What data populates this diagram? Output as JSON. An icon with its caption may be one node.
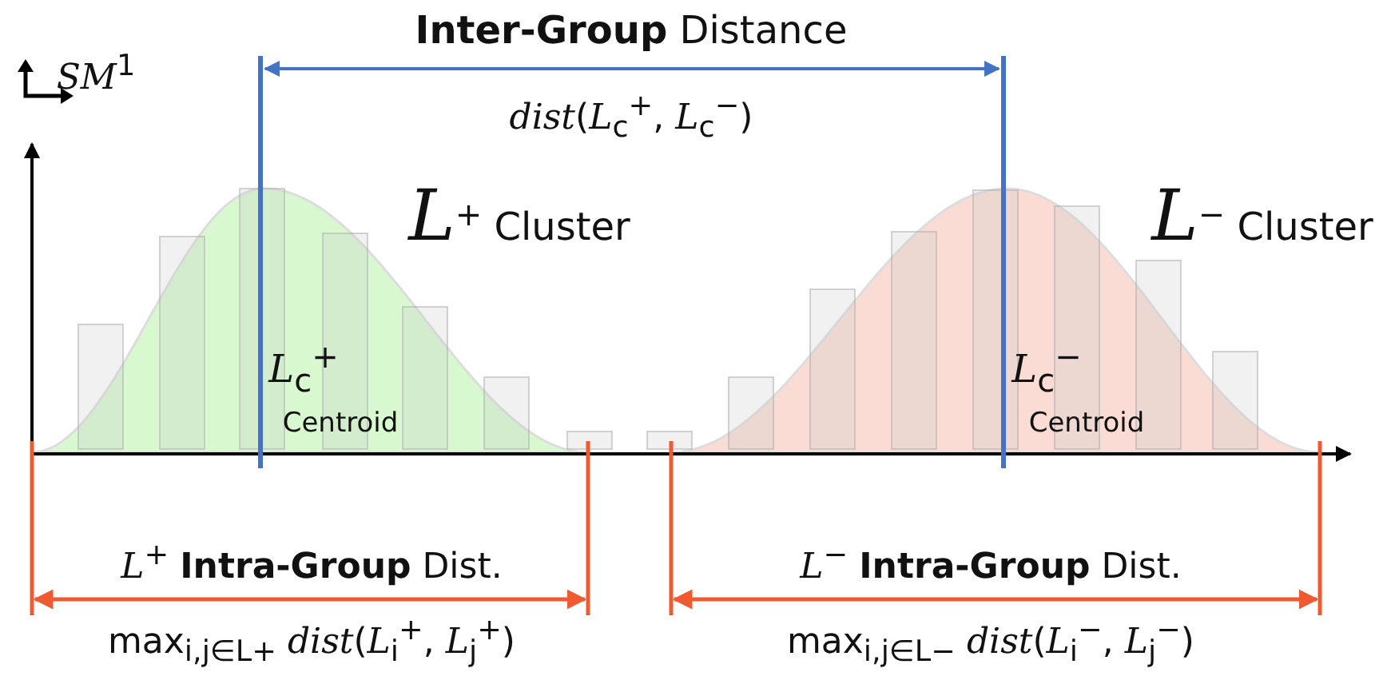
{
  "diagram": {
    "labels": [
      "*SM*$^{1}$",
      "**Inter-Group** Distance",
      "*dist*(*L*$_{c}$$^{+}$, *L*$_{c}$$^{−}$)",
      "*L*$^{+}$ Cluster",
      "*L*$^{−}$ Cluster",
      "*L*$_{c}$$^{+}$",
      "Centroid",
      "*L*$_{c}$$^{−}$",
      "Centroid",
      "*L*$^{+}$ **Intra-Group** Dist.",
      "max$_{i,j∈L+}$ *dist*(*L*$_{i}$$^{+}$, *L*$_{j}$$^{+}$)",
      "*L*$^{−}$ **Intra-Group** Dist.",
      "max$_{i,j∈L−}$ *dist*(*L*$_{i}$$^{−}$, *L*$_{j}$$^{−}$)"
    ]
  }
}
